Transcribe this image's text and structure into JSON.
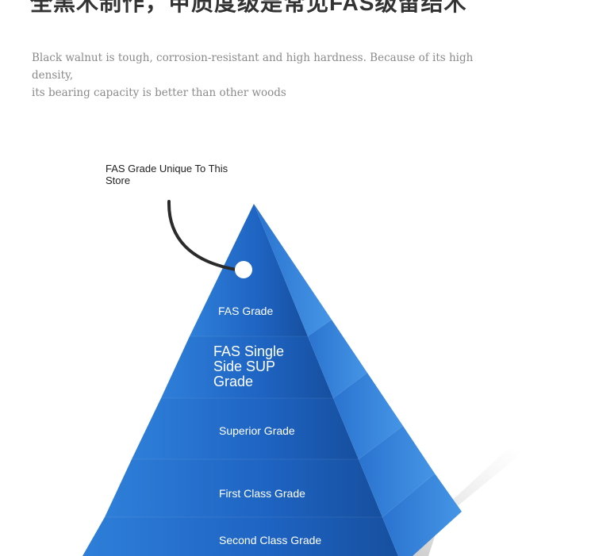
{
  "header": {
    "title_partial": "全黑木制作，甲质度级是常见FAS级留结木"
  },
  "description": {
    "line1": "Black walnut is tough, corrosion-resistant and high hardness. Because of its high density,",
    "line2": " its bearing capacity is better than other woods"
  },
  "callout": {
    "label": "FAS Grade Unique To This Store"
  },
  "pyramid": {
    "tiers": [
      {
        "label": "FAS Grade"
      },
      {
        "label": "FAS Single Side SUP Grade"
      },
      {
        "label": "Superior Grade"
      },
      {
        "label": "First Class Grade"
      },
      {
        "label": "Second Class Grade"
      }
    ]
  },
  "colors": {
    "front_dark": "#1a57b5",
    "front_light": "#2a78d6",
    "side": "#3b8be3",
    "curve": "#2b2b2b"
  }
}
